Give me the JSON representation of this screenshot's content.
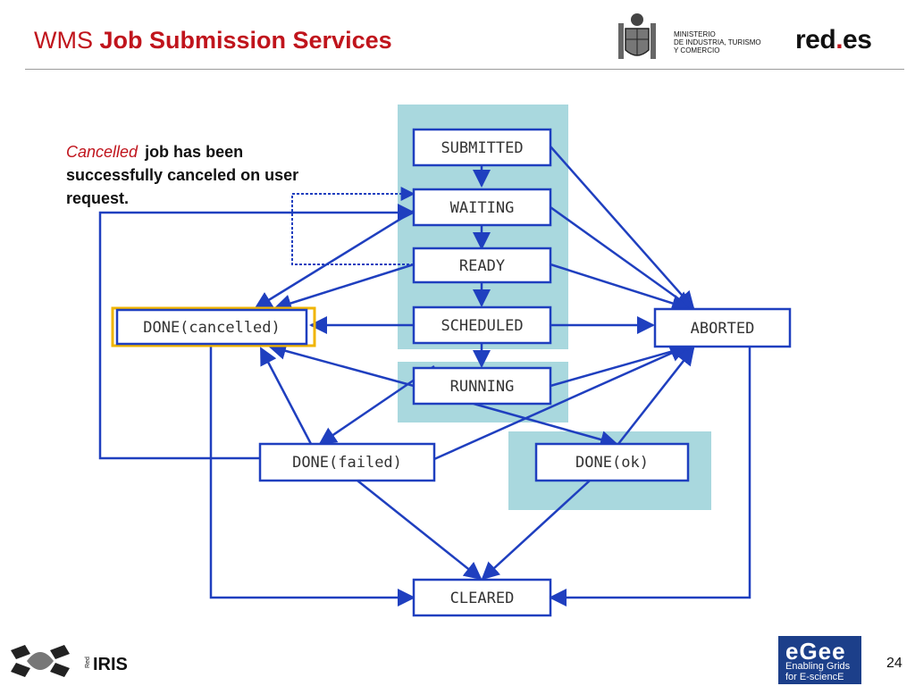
{
  "header": {
    "title_prefix": "WMS",
    "title_main": "Job Submission Services",
    "ministry_lines": [
      "MINISTERIO",
      "DE INDUSTRIA, TURISMO",
      "Y COMERCIO"
    ],
    "brand_name": "red",
    "brand_dot": ".",
    "brand_suffix": "es"
  },
  "description": {
    "highlight": "Cancelled",
    "text": "job has been successfully canceled on user request."
  },
  "diagram": {
    "states": {
      "submitted": "SUBMITTED",
      "waiting": "WAITING",
      "ready": "READY",
      "scheduled": "SCHEDULED",
      "running": "RUNNING",
      "aborted": "ABORTED",
      "done_cancelled": "DONE(cancelled)",
      "done_failed": "DONE(failed)",
      "done_ok": "DONE(ok)",
      "cleared": "CLEARED"
    },
    "highlighted_state": "done_cancelled"
  },
  "footer": {
    "iris_prefix": "Red",
    "iris_name": "IRIS",
    "egee_logo": "eGee",
    "egee_line1": "Enabling Grids",
    "egee_line2": "for E-sciencE",
    "page_number": "24"
  },
  "colors": {
    "title_red": "#c0141c",
    "arrow_blue": "#1f3fbf",
    "panel_teal": "#a9d8de",
    "highlight_gold": "#f0b400",
    "egee_blue": "#1c3f8a"
  }
}
